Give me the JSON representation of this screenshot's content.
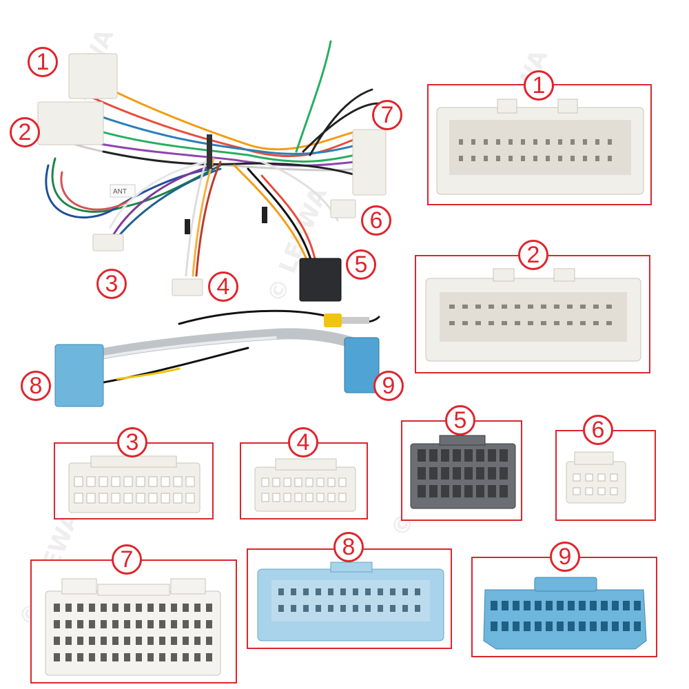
{
  "watermark": "© LEEWA",
  "callouts": {
    "c1": "1",
    "c2": "2",
    "c3": "3",
    "c4": "4",
    "c5": "5",
    "c6": "6",
    "c7": "7",
    "c8": "8",
    "c9": "9"
  },
  "connector_labels": {
    "k1": "1",
    "k2": "2",
    "k3": "3",
    "k4": "4",
    "k5": "5",
    "k6": "6",
    "k7": "7",
    "k8": "8",
    "k9": "9"
  },
  "harness_tag": "ANT",
  "colors": {
    "label_red": "#e0242c",
    "connector_white": "#f1efe9",
    "connector_blue": "#6fb6dc",
    "connector_light_blue": "#a8d3ea",
    "connector_black": "#3b3d40"
  }
}
